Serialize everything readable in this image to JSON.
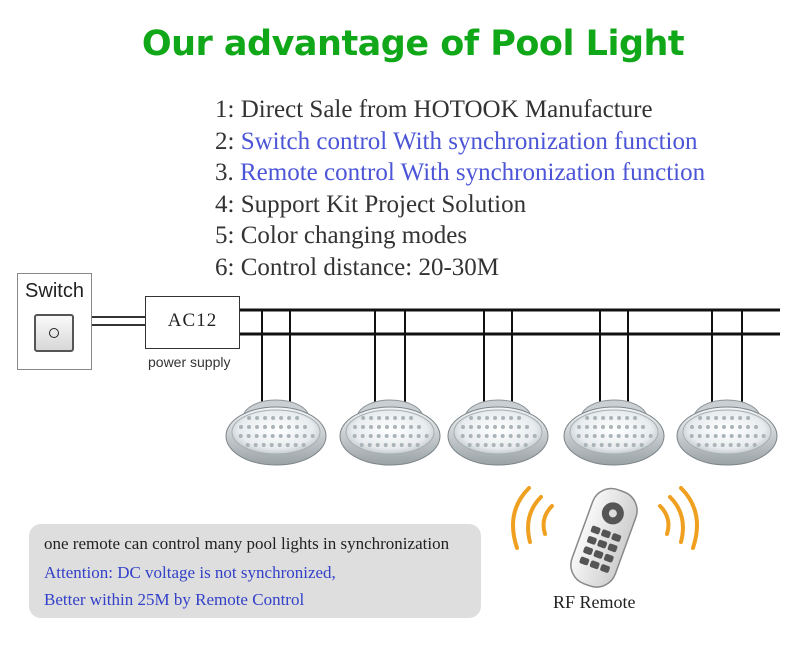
{
  "title": "Our advantage of Pool Light",
  "features": [
    {
      "num": "1:",
      "text": "Direct Sale from HOTOOK Manufacture",
      "highlight": false
    },
    {
      "num": "2:",
      "text": "Switch control With synchronization function",
      "highlight": true
    },
    {
      "num": "3.",
      "text": "Remote control With synchronization function",
      "highlight": true
    },
    {
      "num": "4:",
      "text": "Support Kit Project Solution",
      "highlight": false
    },
    {
      "num": "5:",
      "text": "Color changing modes",
      "highlight": false
    },
    {
      "num": "6:",
      "text": "Control distance: 20-30M",
      "highlight": false
    }
  ],
  "diagram": {
    "switch_label": "Switch",
    "switch_symbol": "o",
    "psu_label": "AC12",
    "psu_caption": "power supply",
    "lights": [
      "pool-light-1",
      "pool-light-2",
      "pool-light-3",
      "pool-light-4",
      "pool-light-5"
    ]
  },
  "note": {
    "line1": "one remote can control many pool lights in synchronization",
    "line2": "Attention: DC voltage is not synchronized,",
    "line3": "Better within 25M by Remote Control"
  },
  "remote": {
    "caption": "RF Remote",
    "icon": "rf-remote-icon"
  },
  "colors": {
    "title": "#10a818",
    "highlight": "#4b55d6",
    "note_bg": "#dedede",
    "note_highlight": "#3340c8",
    "signal": "#f0a020"
  }
}
